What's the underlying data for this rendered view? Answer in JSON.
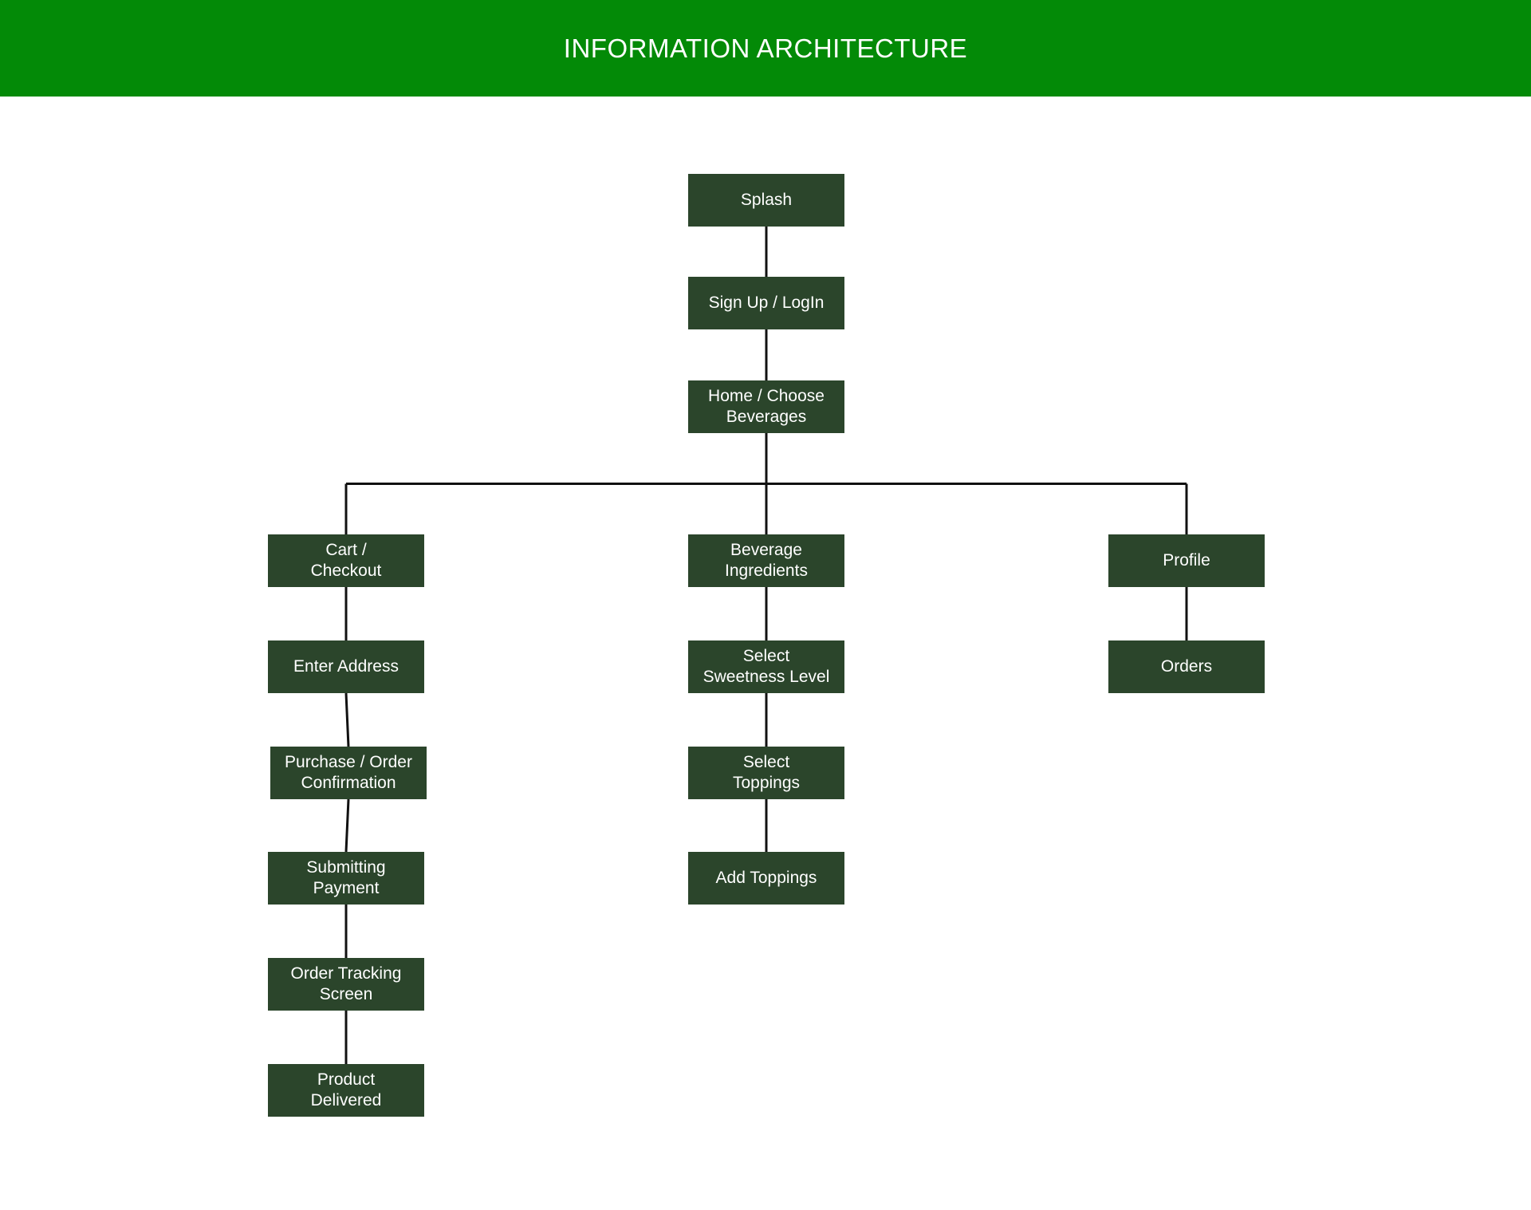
{
  "colors": {
    "header_bg": "#038a07",
    "node_bg": "#2b452b",
    "node_text": "#ffffff",
    "connector": "#111111"
  },
  "header": {
    "title": "INFORMATION ARCHITECTURE"
  },
  "nodes": {
    "splash": "Splash",
    "signup_login": "Sign Up / LogIn",
    "home": "Home / Choose\nBeverages",
    "cart_checkout": "Cart /\nCheckout",
    "enter_address": "Enter Address",
    "purchase_confirmation": "Purchase / Order\nConfirmation",
    "submitting_payment": "Submitting\nPayment",
    "order_tracking": "Order Tracking\nScreen",
    "product_delivered": "Product\nDelivered",
    "beverage_ingredients": "Beverage\nIngredients",
    "select_sweetness": "Select\nSweetness Level",
    "select_toppings": "Select\nToppings",
    "add_toppings": "Add Toppings",
    "profile": "Profile",
    "orders": "Orders"
  },
  "edges": [
    [
      "splash",
      "signup_login"
    ],
    [
      "signup_login",
      "home"
    ],
    [
      "home",
      "cart_checkout"
    ],
    [
      "home",
      "beverage_ingredients"
    ],
    [
      "home",
      "profile"
    ],
    [
      "cart_checkout",
      "enter_address"
    ],
    [
      "enter_address",
      "purchase_confirmation"
    ],
    [
      "purchase_confirmation",
      "submitting_payment"
    ],
    [
      "submitting_payment",
      "order_tracking"
    ],
    [
      "order_tracking",
      "product_delivered"
    ],
    [
      "beverage_ingredients",
      "select_sweetness"
    ],
    [
      "select_sweetness",
      "select_toppings"
    ],
    [
      "select_toppings",
      "add_toppings"
    ],
    [
      "profile",
      "orders"
    ]
  ]
}
